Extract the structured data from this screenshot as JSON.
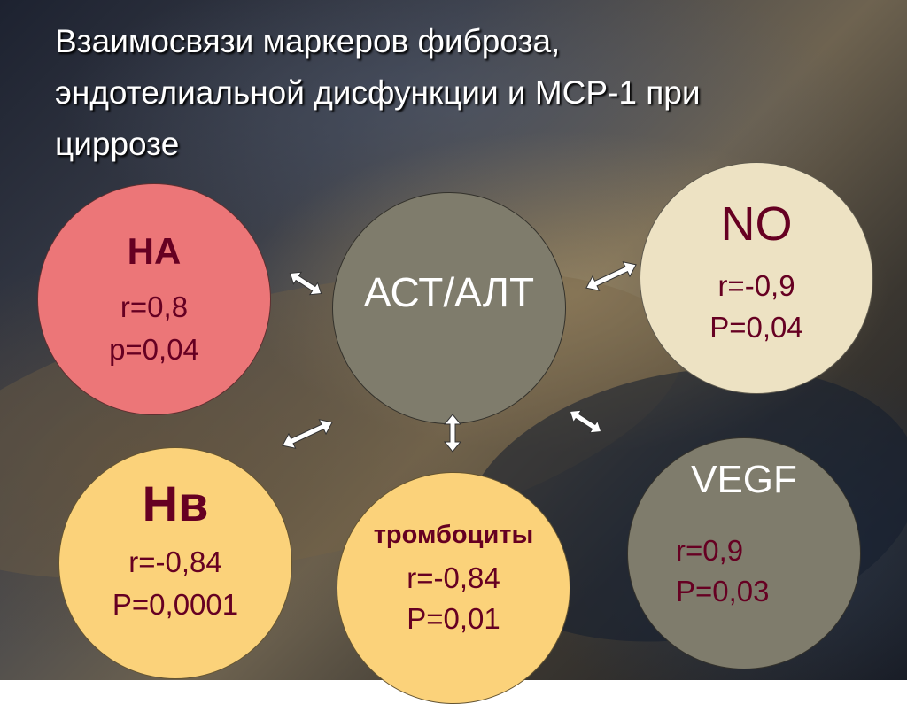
{
  "title": {
    "line1": "Взаимосвязи маркеров фиброза,",
    "line2": "эндотелиальной дисфункции и МСР-1 при",
    "line3": "циррозе"
  },
  "nodes": {
    "ha": {
      "name": "НА",
      "r": "r=0,8",
      "p": "p=0,04",
      "color": "#ec7678"
    },
    "ast": {
      "name": "АСТ/АЛТ",
      "color": "#7f7c6c"
    },
    "no": {
      "name": "NO",
      "r": "r=-0,9",
      "p": "P=0,04",
      "color": "#ede2c3"
    },
    "hb": {
      "name": "Нв",
      "r": "r=-0,84",
      "p": "P=0,0001",
      "color": "#fbd27a"
    },
    "plt": {
      "name": "тромбоциты",
      "r": "r=-0,84",
      "p": "P=0,01",
      "color": "#fbd27a"
    },
    "vegf": {
      "name": "VEGF",
      "r": "r=0,9",
      "p": "P=0,03",
      "color": "#7f7c6c"
    }
  },
  "colors": {
    "label_text": "#660022",
    "arrow": "#ffffff"
  },
  "icons": {
    "connector": "double-arrow-icon"
  }
}
